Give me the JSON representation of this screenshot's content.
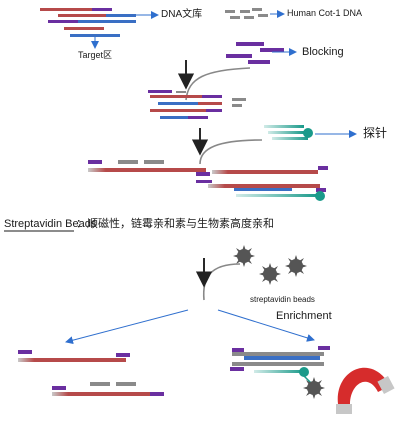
{
  "labels": {
    "dna_library": "DNA文库",
    "human_cot": "Human Cot-1 DNA",
    "target": "Target区",
    "blocking": "Blocking",
    "probe": "探针",
    "streptavidin_title": "Streptavidin Beads",
    "streptavidin_desc": "：顺磁性，链霉亲和素与生物素高度亲和",
    "streptavidin_beads": "streptavidin beads",
    "enrichment": "Enrichment"
  },
  "colors": {
    "dna_red": "#b64a4a",
    "dna_blue": "#3a6fc4",
    "adapter_purple": "#6a2fa0",
    "gray_block": "#8a8a8a",
    "teal_probe": "#1a9a8a",
    "arrow_blue": "#2f6fce",
    "magnet_red": "#d62c2c",
    "bead_gray": "#555555"
  },
  "icons": [
    "dna-fragment-icon",
    "cot1-dna-icon",
    "arrow-icon",
    "streptavidin-bead-icon",
    "magnet-icon"
  ]
}
